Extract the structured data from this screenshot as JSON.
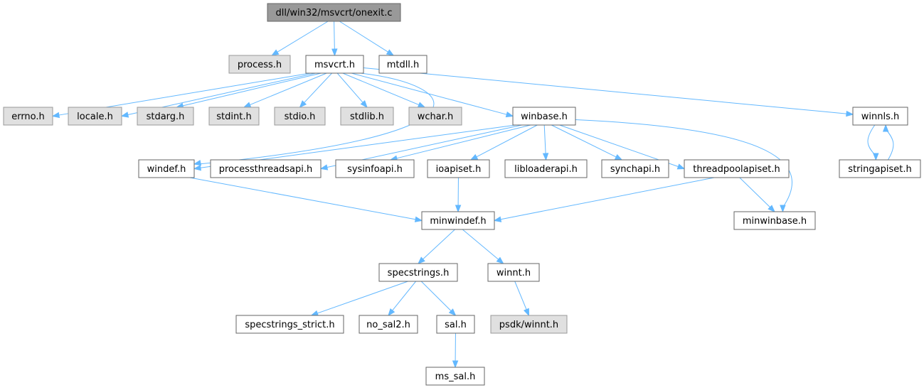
{
  "graph": {
    "title": "dll/win32/msvcrt/onexit.c",
    "colors": {
      "edge": "#63b8ff",
      "border": "#666666",
      "root_fill": "#999999",
      "ext_fill": "#e0e0e0"
    },
    "nodes": [
      {
        "id": "onexit",
        "label": "dll/win32/msvcrt/onexit.c",
        "kind": "root"
      },
      {
        "id": "process",
        "label": "process.h",
        "kind": "ext"
      },
      {
        "id": "msvcrt",
        "label": "msvcrt.h",
        "kind": "normal"
      },
      {
        "id": "mtdll",
        "label": "mtdll.h",
        "kind": "normal"
      },
      {
        "id": "errno",
        "label": "errno.h",
        "kind": "ext"
      },
      {
        "id": "locale",
        "label": "locale.h",
        "kind": "ext"
      },
      {
        "id": "stdarg",
        "label": "stdarg.h",
        "kind": "ext"
      },
      {
        "id": "stdint",
        "label": "stdint.h",
        "kind": "ext"
      },
      {
        "id": "stdio",
        "label": "stdio.h",
        "kind": "ext"
      },
      {
        "id": "stdlib",
        "label": "stdlib.h",
        "kind": "ext"
      },
      {
        "id": "wchar",
        "label": "wchar.h",
        "kind": "ext"
      },
      {
        "id": "winbase",
        "label": "winbase.h",
        "kind": "normal"
      },
      {
        "id": "winnls",
        "label": "winnls.h",
        "kind": "normal"
      },
      {
        "id": "windef",
        "label": "windef.h",
        "kind": "normal"
      },
      {
        "id": "processthreadsapi",
        "label": "processthreadsapi.h",
        "kind": "normal"
      },
      {
        "id": "sysinfoapi",
        "label": "sysinfoapi.h",
        "kind": "normal"
      },
      {
        "id": "ioapiset",
        "label": "ioapiset.h",
        "kind": "normal"
      },
      {
        "id": "libloaderapi",
        "label": "libloaderapi.h",
        "kind": "normal"
      },
      {
        "id": "synchapi",
        "label": "synchapi.h",
        "kind": "normal"
      },
      {
        "id": "threadpoolapiset",
        "label": "threadpoolapiset.h",
        "kind": "normal"
      },
      {
        "id": "stringapiset",
        "label": "stringapiset.h",
        "kind": "normal"
      },
      {
        "id": "minwindef",
        "label": "minwindef.h",
        "kind": "normal"
      },
      {
        "id": "minwinbase",
        "label": "minwinbase.h",
        "kind": "normal"
      },
      {
        "id": "specstrings",
        "label": "specstrings.h",
        "kind": "normal"
      },
      {
        "id": "winnt",
        "label": "winnt.h",
        "kind": "normal"
      },
      {
        "id": "specstrings_strict",
        "label": "specstrings_strict.h",
        "kind": "normal"
      },
      {
        "id": "no_sal2",
        "label": "no_sal2.h",
        "kind": "normal"
      },
      {
        "id": "sal",
        "label": "sal.h",
        "kind": "normal"
      },
      {
        "id": "psdk_winnt",
        "label": "psdk/winnt.h",
        "kind": "ext"
      },
      {
        "id": "ms_sal",
        "label": "ms_sal.h",
        "kind": "normal"
      }
    ],
    "edges": [
      [
        "onexit",
        "process"
      ],
      [
        "onexit",
        "msvcrt"
      ],
      [
        "onexit",
        "mtdll"
      ],
      [
        "msvcrt",
        "errno"
      ],
      [
        "msvcrt",
        "locale"
      ],
      [
        "msvcrt",
        "stdarg"
      ],
      [
        "msvcrt",
        "stdint"
      ],
      [
        "msvcrt",
        "stdio"
      ],
      [
        "msvcrt",
        "stdlib"
      ],
      [
        "msvcrt",
        "wchar"
      ],
      [
        "msvcrt",
        "winbase"
      ],
      [
        "msvcrt",
        "winnls"
      ],
      [
        "msvcrt",
        "windef"
      ],
      [
        "winbase",
        "windef"
      ],
      [
        "winbase",
        "processthreadsapi"
      ],
      [
        "winbase",
        "sysinfoapi"
      ],
      [
        "winbase",
        "ioapiset"
      ],
      [
        "winbase",
        "libloaderapi"
      ],
      [
        "winbase",
        "synchapi"
      ],
      [
        "winbase",
        "threadpoolapiset"
      ],
      [
        "winbase",
        "minwinbase"
      ],
      [
        "winnls",
        "stringapiset"
      ],
      [
        "stringapiset",
        "winnls"
      ],
      [
        "windef",
        "minwindef"
      ],
      [
        "ioapiset",
        "minwindef"
      ],
      [
        "threadpoolapiset",
        "minwindef"
      ],
      [
        "threadpoolapiset",
        "minwinbase"
      ],
      [
        "minwindef",
        "specstrings"
      ],
      [
        "minwindef",
        "winnt"
      ],
      [
        "specstrings",
        "specstrings_strict"
      ],
      [
        "specstrings",
        "no_sal2"
      ],
      [
        "specstrings",
        "sal"
      ],
      [
        "winnt",
        "psdk_winnt"
      ],
      [
        "sal",
        "ms_sal"
      ]
    ]
  }
}
